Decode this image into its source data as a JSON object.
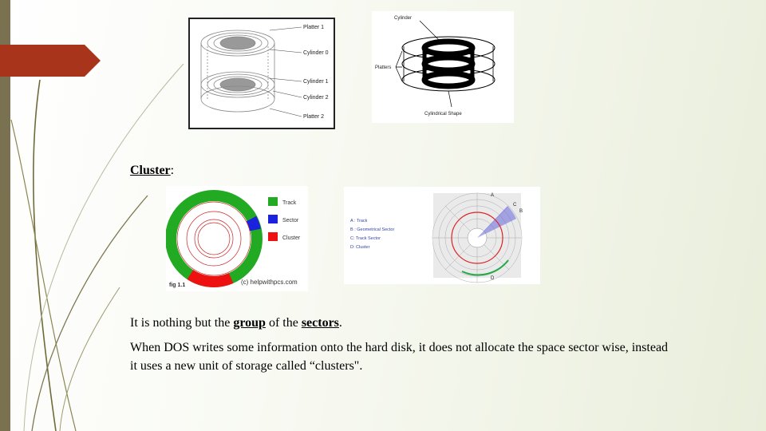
{
  "fig_cylinder_left": {
    "labels": [
      "Platter 1",
      "Cylinder 0",
      "Cylinder 1",
      "Cylinder 2",
      "Platter 2"
    ]
  },
  "fig_cylinder_right": {
    "label_top": "Cylinder",
    "label_left": "Platters",
    "caption": "Cylindrical Shape"
  },
  "section_heading": {
    "text": "Cluster",
    "suffix": ":"
  },
  "fig_cluster_left": {
    "legend": [
      {
        "label": "Track",
        "color": "#22aa22"
      },
      {
        "label": "Sector",
        "color": "#1a22dd"
      },
      {
        "label": "Cluster",
        "color": "#ee1111"
      }
    ],
    "fig_label": "fig 1.1",
    "copyright": "(c) helpwithpcs.com"
  },
  "fig_cluster_right": {
    "legend_lines": [
      "A : Track",
      "B : Geometrical Sector",
      "C: Track Sector",
      "D: Cluster"
    ],
    "markers": [
      "A",
      "B",
      "C",
      "D"
    ]
  },
  "bullet_glyph": "",
  "bullets": [
    {
      "pre": "It is nothing but the ",
      "b1": "group",
      "mid": " of the ",
      "b2": "sectors",
      "post": "."
    },
    {
      "line1": "When DOS writes some information onto the hard disk, it does not allocate the space sector wise, instead",
      "line2": "it uses a new unit of storage called “clusters\"."
    }
  ]
}
